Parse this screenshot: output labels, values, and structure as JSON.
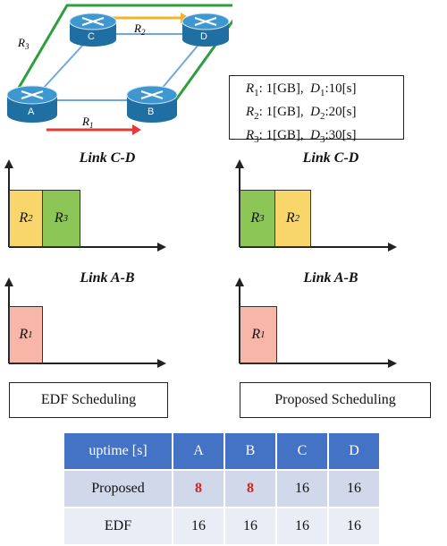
{
  "network": {
    "nodes": [
      "A",
      "B",
      "C",
      "D"
    ],
    "routes": [
      "R1",
      "R2",
      "R3"
    ],
    "route_label_1": "R",
    "route_label_2": "R",
    "route_label_3": "R",
    "colors": {
      "r1": "#e53935",
      "r2": "#f0b429",
      "r3": "#2e9e3f",
      "links": "#6fa8dc"
    }
  },
  "legend": {
    "lines": [
      {
        "r": "R",
        "rs": "1",
        "size": ": 1[GB],",
        "d": "D",
        "ds": "1",
        "dl": ":10[s]"
      },
      {
        "r": "R",
        "rs": "2",
        "size": ": 1[GB],",
        "d": "D",
        "ds": "2",
        "dl": ":20[s]"
      },
      {
        "r": "R",
        "rs": "3",
        "size": ": 1[GB],",
        "d": "D",
        "ds": "3",
        "dl": ":30[s]"
      }
    ]
  },
  "edf": {
    "link_cd_title": "Link C-D",
    "link_ab_title": "Link A-B",
    "cd_blocks": [
      {
        "r": "R",
        "s": "2"
      },
      {
        "r": "R",
        "s": "3"
      }
    ],
    "ab_blocks": [
      {
        "r": "R",
        "s": "1"
      }
    ],
    "label": "EDF Scheduling"
  },
  "proposed": {
    "link_cd_title": "Link C-D",
    "link_ab_title": "Link A-B",
    "cd_blocks": [
      {
        "r": "R",
        "s": "3"
      },
      {
        "r": "R",
        "s": "2"
      }
    ],
    "ab_blocks": [
      {
        "r": "R",
        "s": "1"
      }
    ],
    "label": "Proposed Scheduling"
  },
  "table": {
    "headers": [
      "uptime [s]",
      "A",
      "B",
      "C",
      "D"
    ],
    "rows": [
      [
        "Proposed",
        "8",
        "8",
        "16",
        "16"
      ],
      [
        "EDF",
        "16",
        "16",
        "16",
        "16"
      ]
    ]
  }
}
